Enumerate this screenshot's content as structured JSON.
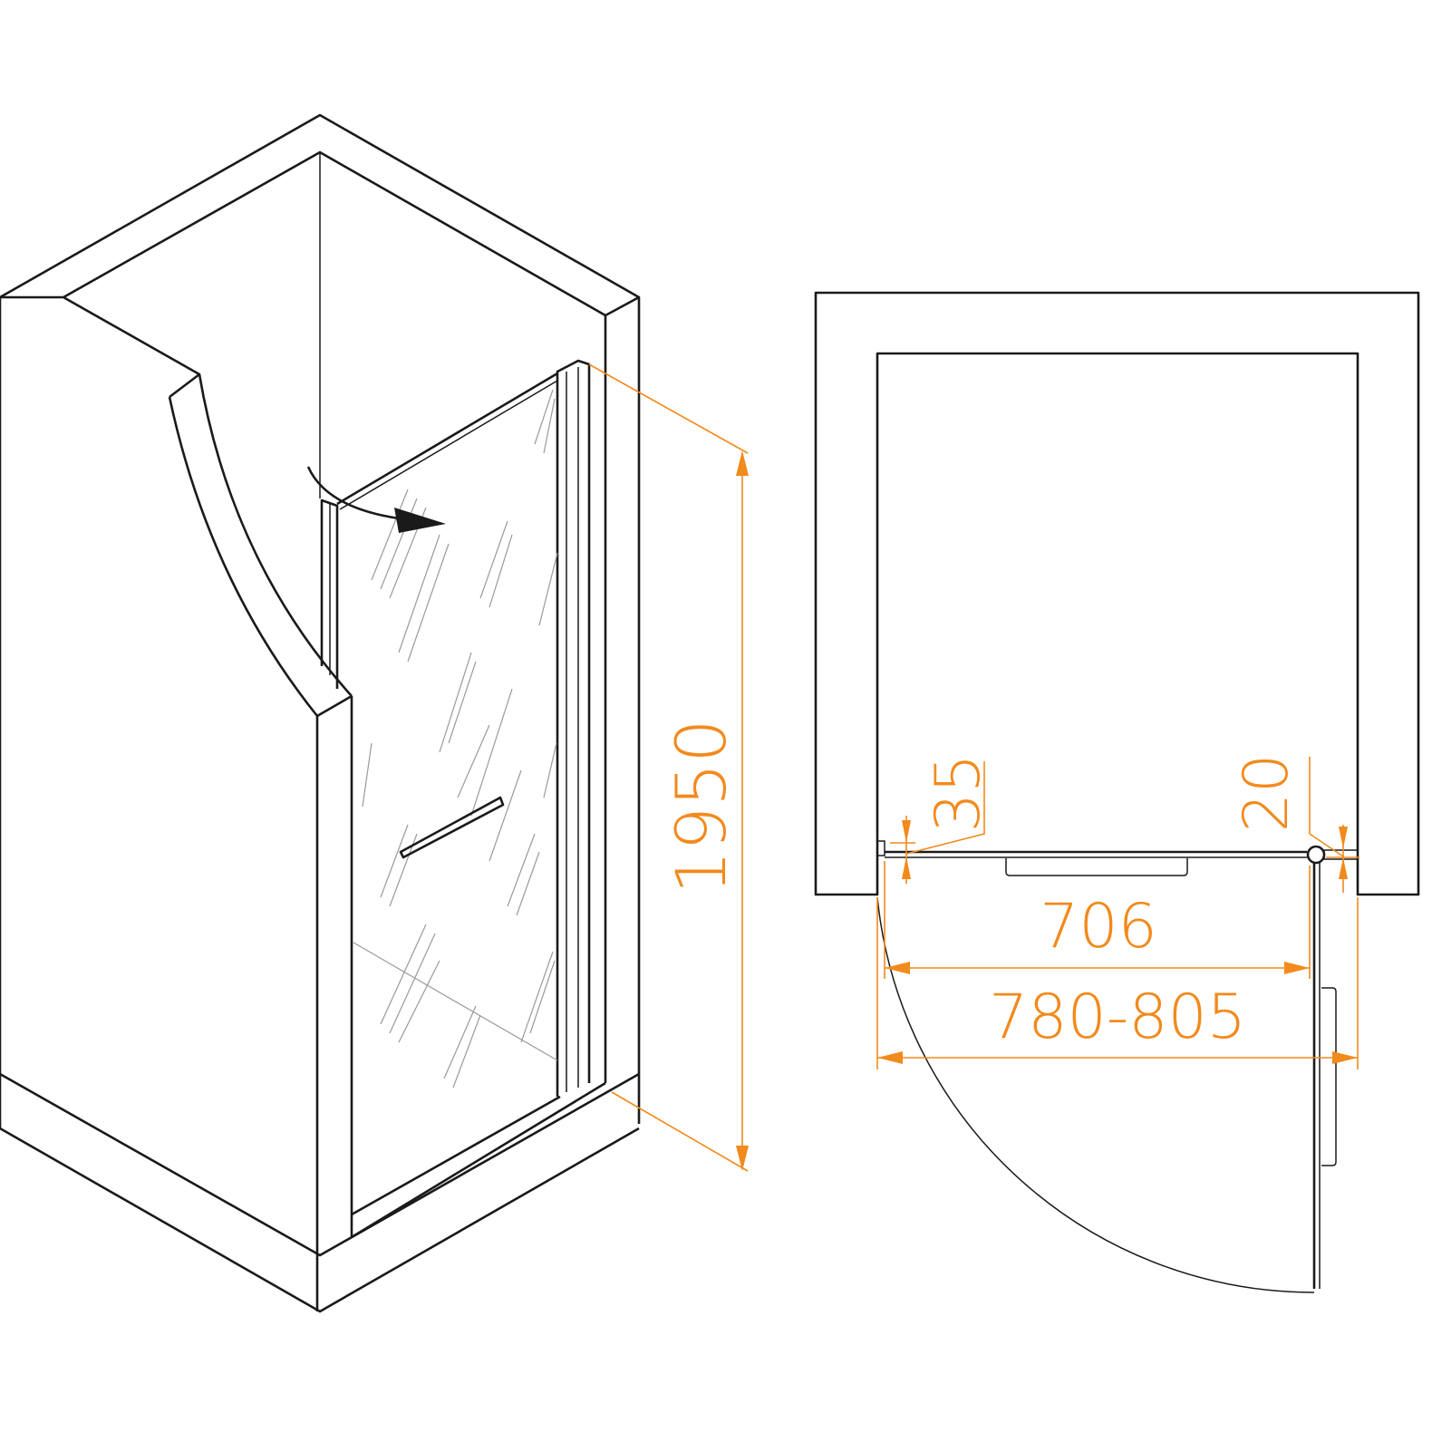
{
  "diagram": {
    "colors": {
      "line": "#1a1a1a",
      "dimension": "#f28a1c"
    },
    "isometric_view": {
      "height_label": "1950",
      "icons": [
        "door-swing-arrow-icon"
      ]
    },
    "plan_view": {
      "opening_width_label": "706",
      "total_width_label": "780-805",
      "left_profile_label": "35",
      "right_profile_label": "20"
    }
  }
}
